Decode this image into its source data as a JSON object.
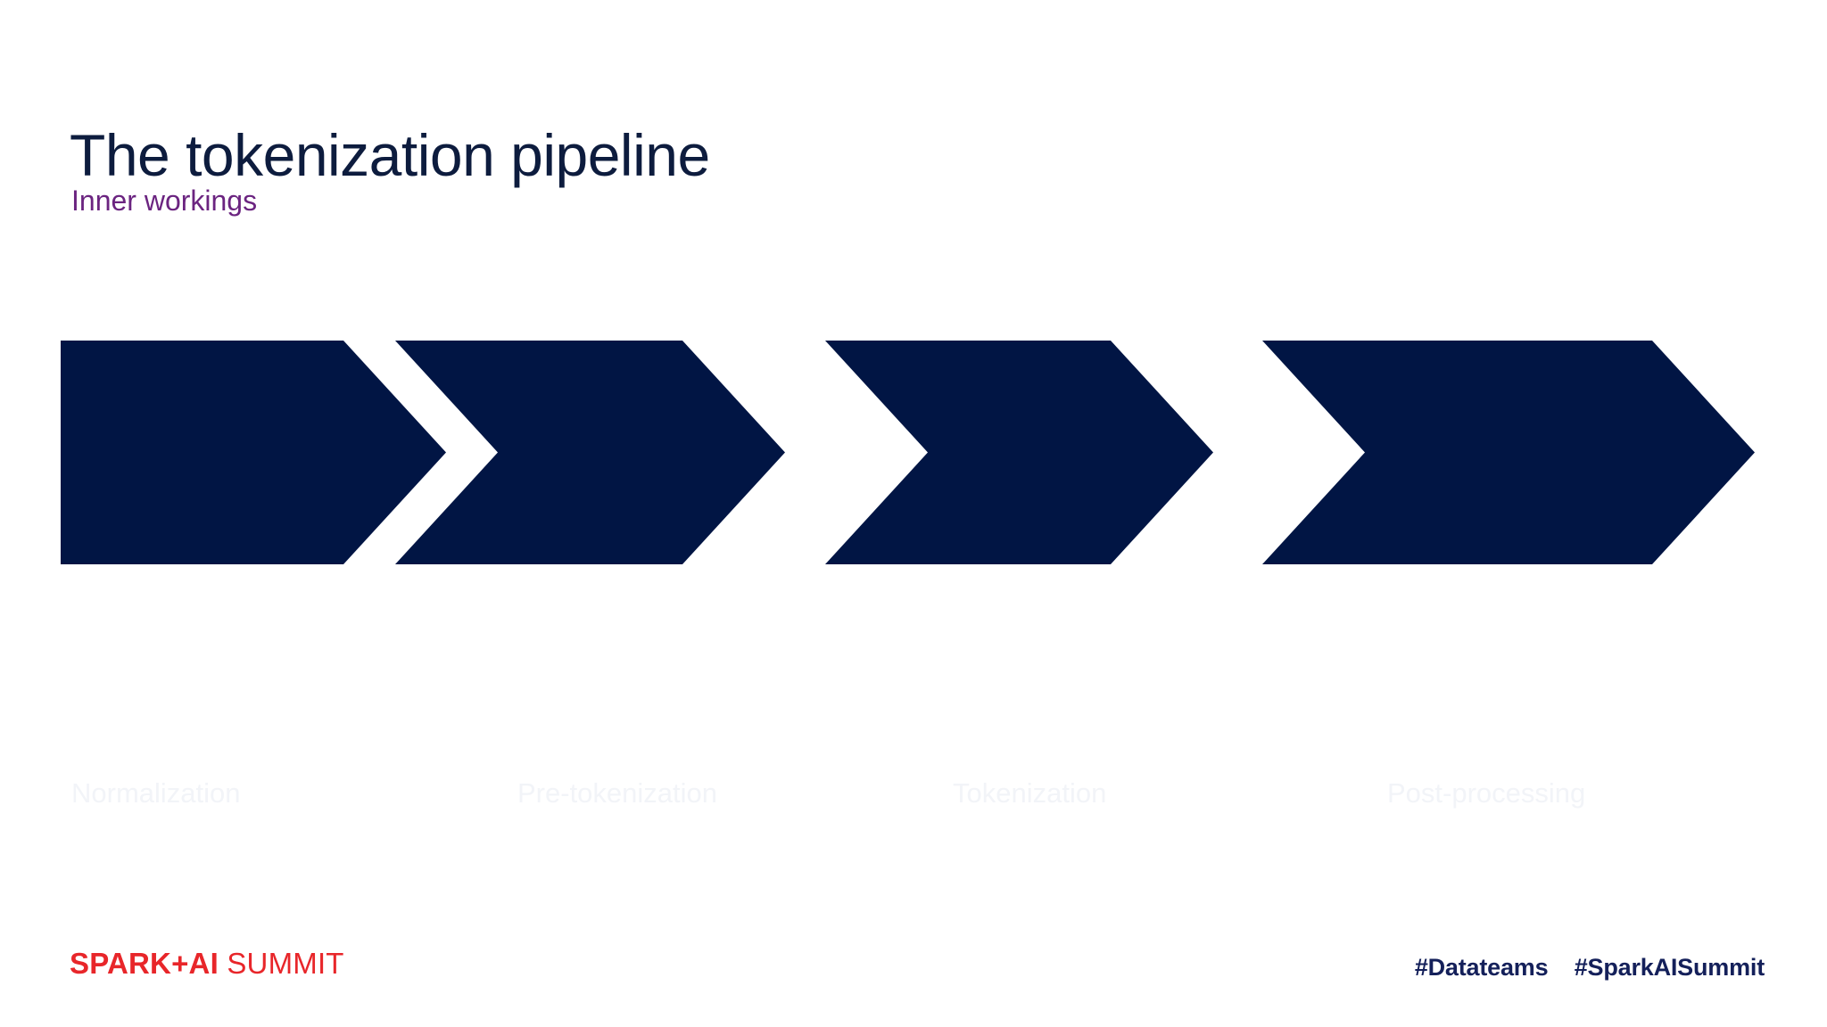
{
  "slide": {
    "title": "The tokenization pipeline",
    "subtitle": "Inner workings",
    "background_color": "#ffffff"
  },
  "theme": {
    "title_color": "#0d1c3e",
    "subtitle_color": "#6b2480",
    "chevron_fill": "#011544",
    "chevron_label_color": "#f2f4f8",
    "logo_color": "#e8262a",
    "hashtag_color": "#14205a"
  },
  "pipeline": {
    "name": "tokenization-pipeline",
    "steps": [
      {
        "label": "Normalization",
        "order": 1
      },
      {
        "label": "Pre-tokenization",
        "order": 2
      },
      {
        "label": "Tokenization",
        "order": 3
      },
      {
        "label": "Post-processing",
        "order": 4
      }
    ]
  },
  "footer": {
    "logo": {
      "bold_part": "SPARK+AI",
      "light_part": " SUMMIT",
      "full_text": "SPARK+AI SUMMIT"
    },
    "hashtags": [
      "#Datateams",
      "#SparkAISummit"
    ]
  }
}
